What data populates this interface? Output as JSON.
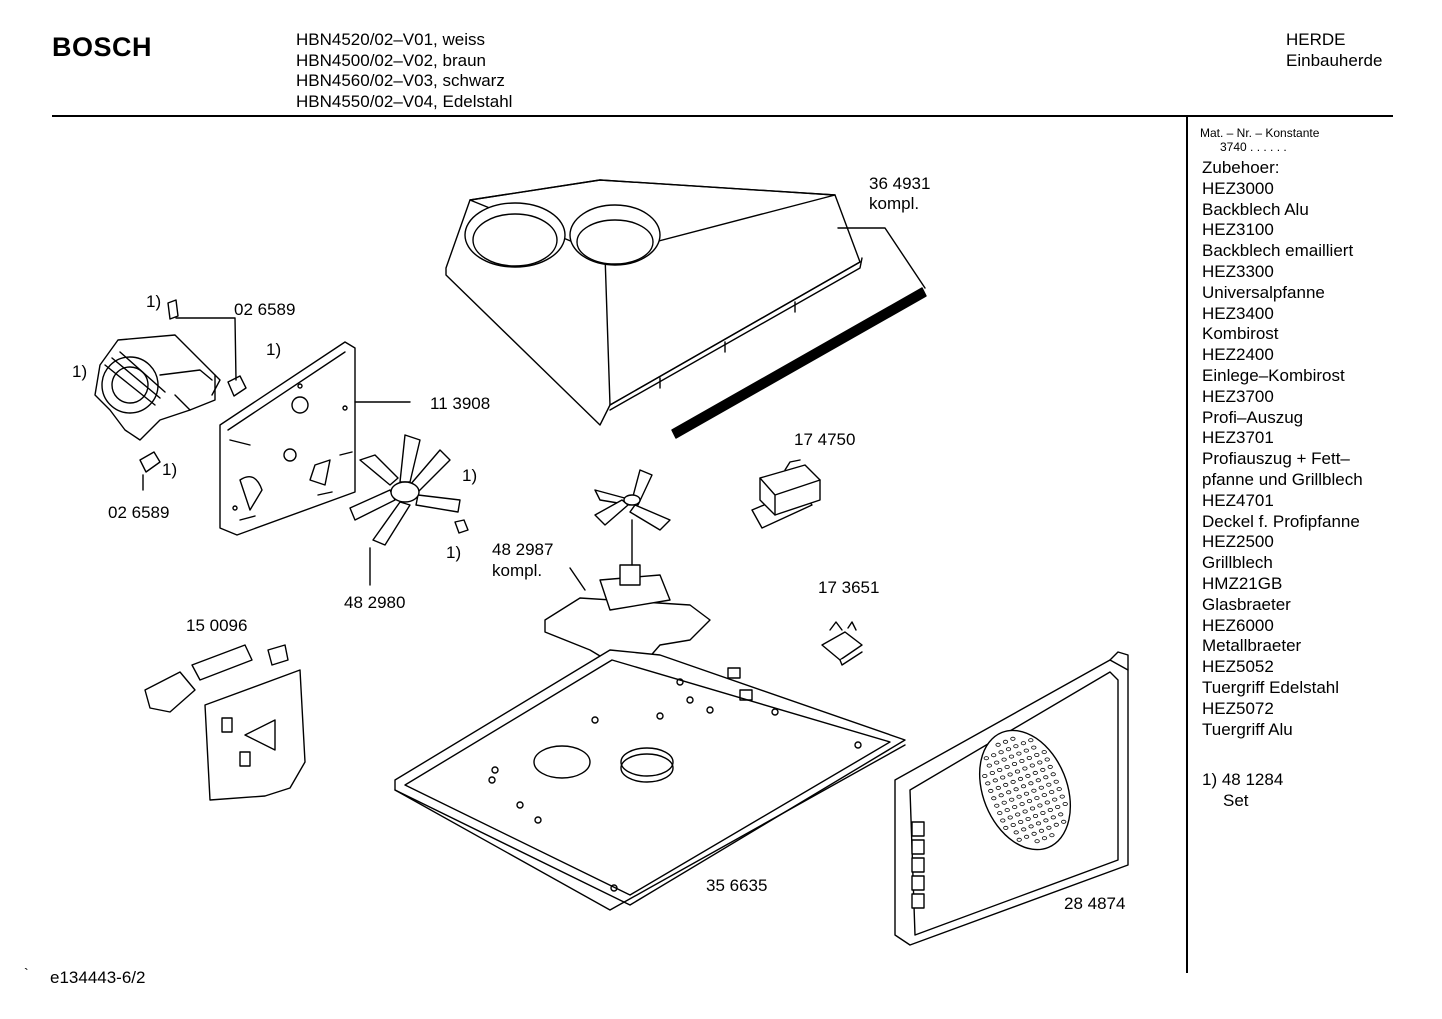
{
  "header": {
    "brand": "BOSCH",
    "models": [
      "HBN4520/02–V01, weiss",
      "HBN4500/02–V02, braun",
      "HBN4560/02–V03, schwarz",
      "HBN4550/02–V04, Edelstahl"
    ],
    "category": [
      "HERDE",
      "Einbauherde"
    ]
  },
  "sidebar": {
    "mat_label": "Mat. – Nr. – Konstante",
    "mat_value": "3740",
    "mat_dots": ". . . . . .",
    "accessories_title": "Zubehoer:",
    "accessories": [
      "HEZ3000",
      "Backblech Alu",
      "HEZ3100",
      "Backblech emailliert",
      "HEZ3300",
      "Universalpfanne",
      "HEZ3400",
      "Kombirost",
      "HEZ2400",
      "Einlege–Kombirost",
      "HEZ3700",
      "Profi–Auszug",
      "HEZ3701",
      "Profiauszug + Fett–",
      "pfanne und Grillblech",
      "HEZ4701",
      "Deckel f. Profipfanne",
      "HEZ2500",
      "Grillblech",
      "HMZ21GB",
      "Glasbraeter",
      "HEZ6000",
      "Metallbraeter",
      "HEZ5052",
      "Tuergriff Edelstahl",
      "HEZ5072",
      "Tuergriff Alu"
    ],
    "footnote_line": "1) 48 1284",
    "footnote_set": "Set"
  },
  "parts": {
    "p364931": "36 4931",
    "kompl1": "kompl.",
    "p026589a": "02 6589",
    "p026589b": "02 6589",
    "p113908": "11 3908",
    "p174750": "17 4750",
    "p482987": "48 2987",
    "kompl2": "kompl.",
    "p482980": "48 2980",
    "p173651": "17 3651",
    "p150096": "15 0096",
    "p356635": "35 6635",
    "p284874": "28 4874",
    "fn1": "1)",
    "fn2": "1)",
    "fn3": "1)",
    "fn4": "1)",
    "fn5": "1)",
    "fn6": "1)"
  },
  "footer": {
    "doc_id": "e134443-6/2",
    "mark": "`"
  }
}
